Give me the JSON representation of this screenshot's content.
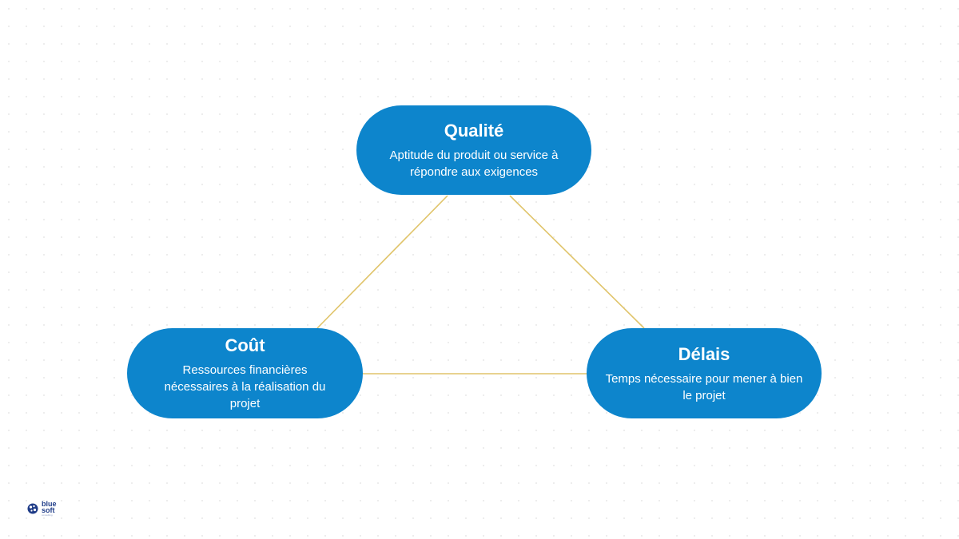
{
  "diagram": {
    "connector_color": "#e0c46a",
    "node_color": "#0d85cc",
    "nodes": {
      "qualite": {
        "title": "Qualité",
        "description": "Aptitude du produit ou service à répondre aux exigences"
      },
      "cout": {
        "title": "Coût",
        "description": "Ressources financières nécessaires à la réalisation du projet"
      },
      "delais": {
        "title": "Délais",
        "description": "Temps nécessaire pour mener à bien le projet"
      }
    }
  },
  "logo": {
    "name": "blue soft",
    "line1": "blue",
    "line2": "soft",
    "tagline": "consulting"
  }
}
